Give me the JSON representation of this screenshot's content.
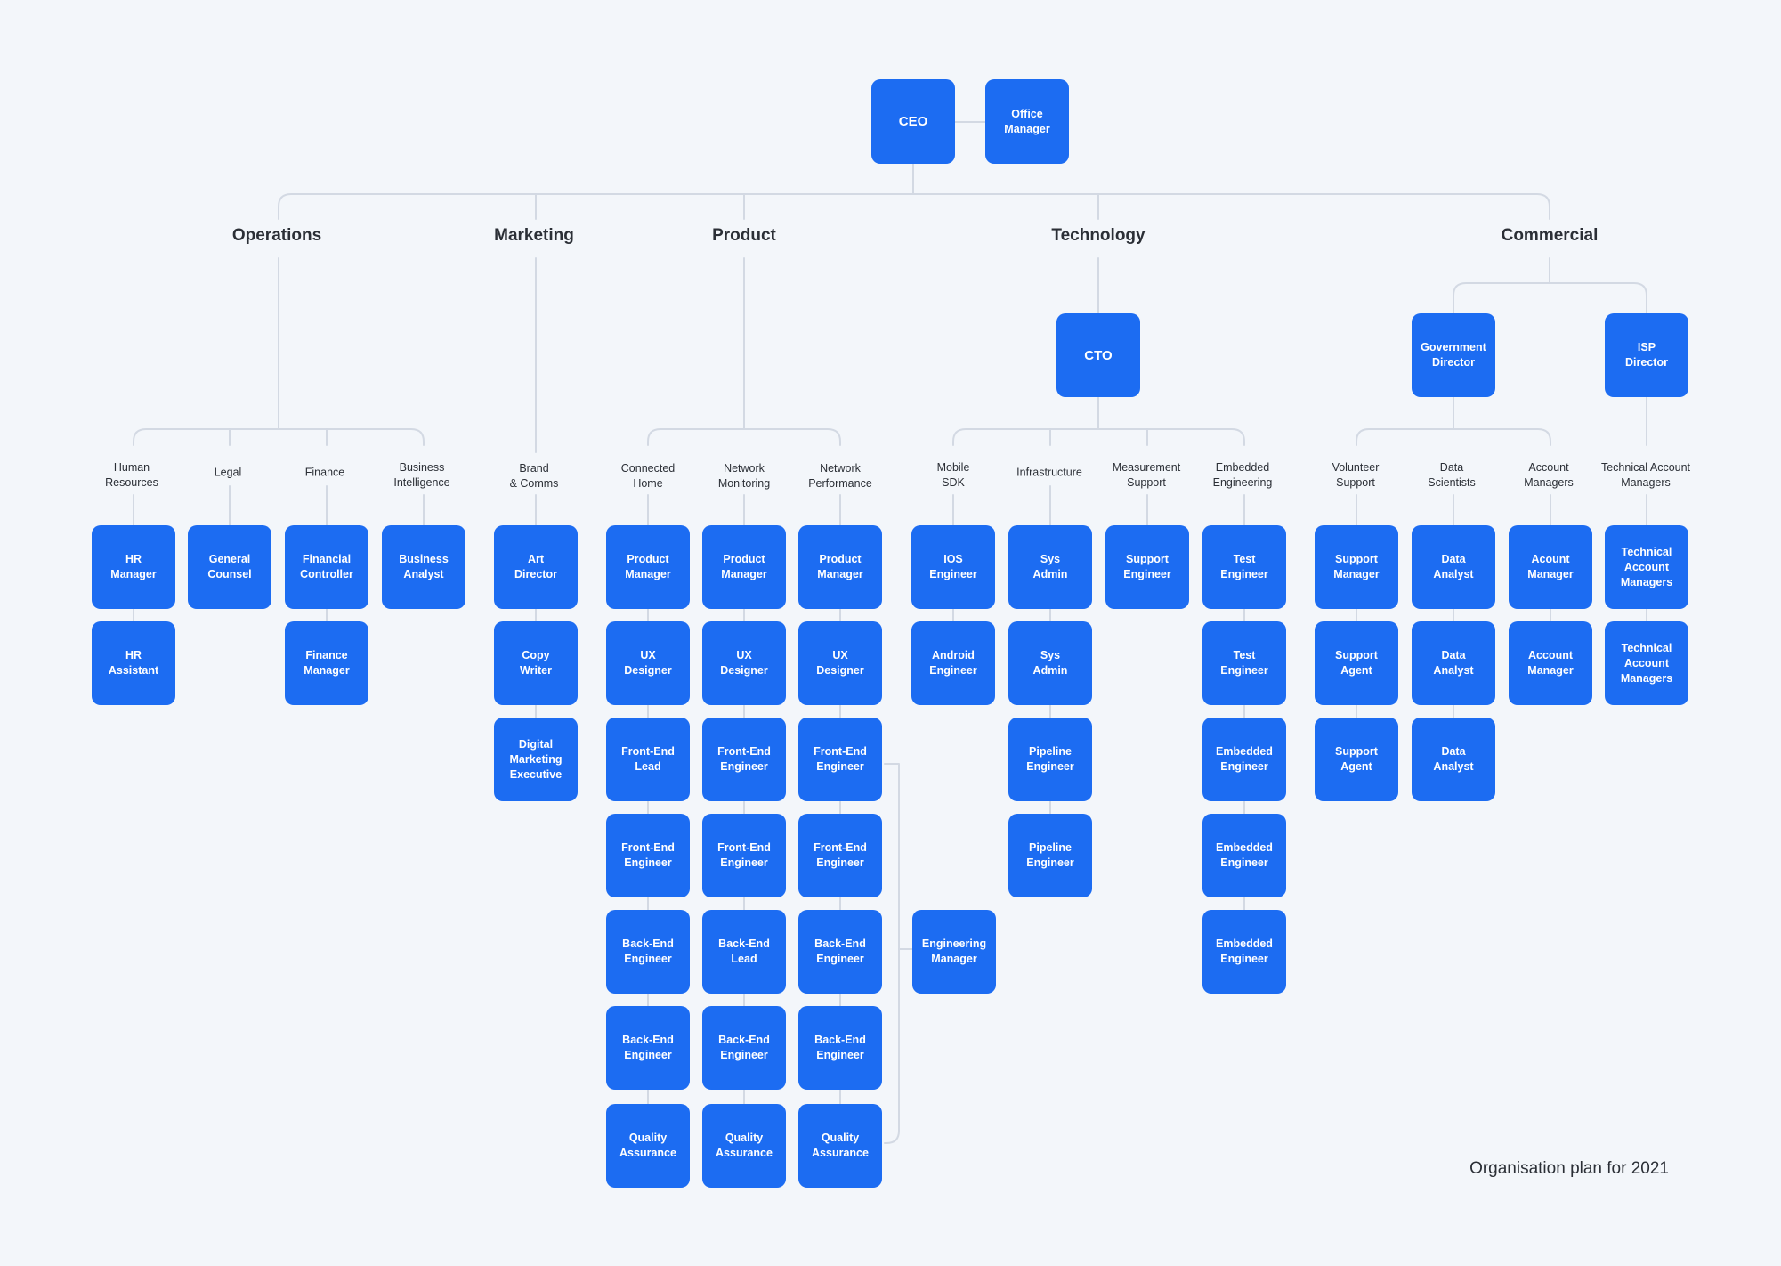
{
  "footer": "Organisation plan for 2021",
  "top": {
    "ceo": "CEO",
    "office_manager": "Office\nManager"
  },
  "departments": {
    "operations": "Operations",
    "marketing": "Marketing",
    "product": "Product",
    "technology": "Technology",
    "commercial": "Commercial"
  },
  "leads": {
    "cto": "CTO",
    "government_director": "Government\nDirector",
    "isp_director": "ISP\nDirector"
  },
  "teams": {
    "human_resources": "Human\nResources",
    "legal": "Legal",
    "finance": "Finance",
    "business_intelligence": "Business\nIntelligence",
    "brand_comms": "Brand\n& Comms",
    "connected_home": "Connected\nHome",
    "network_monitoring": "Network\nMonitoring",
    "network_performance": "Network\nPerformance",
    "mobile_sdk": "Mobile\nSDK",
    "infrastructure": "Infrastructure",
    "measurement_support": "Measurement\nSupport",
    "embedded_engineering": "Embedded\nEngineering",
    "volunteer_support": "Volunteer\nSupport",
    "data_scientists": "Data\nScientists",
    "account_managers": "Account\nManagers",
    "technical_account_managers": "Technical Account\nManagers"
  },
  "roles": {
    "hr_manager": "HR\nManager",
    "hr_assistant": "HR\nAssistant",
    "general_counsel": "General\nCounsel",
    "financial_controller": "Financial\nController",
    "finance_manager": "Finance\nManager",
    "business_analyst": "Business\nAnalyst",
    "art_director": "Art\nDirector",
    "copy_writer": "Copy\nWriter",
    "digital_marketing_executive": "Digital\nMarketing\nExecutive",
    "ch_product_manager": "Product\nManager",
    "ch_ux_designer": "UX\nDesigner",
    "ch_frontend_lead": "Front-End\nLead",
    "ch_frontend_engineer": "Front-End\nEngineer",
    "ch_backend_engineer_1": "Back-End\nEngineer",
    "ch_backend_engineer_2": "Back-End\nEngineer",
    "ch_quality_assurance": "Quality\nAssurance",
    "nm_product_manager": "Product\nManager",
    "nm_ux_designer": "UX\nDesigner",
    "nm_frontend_engineer_1": "Front-End\nEngineer",
    "nm_frontend_engineer_2": "Front-End\nEngineer",
    "nm_backend_lead": "Back-End\nLead",
    "nm_backend_engineer": "Back-End\nEngineer",
    "nm_quality_assurance": "Quality\nAssurance",
    "np_product_manager": "Product\nManager",
    "np_ux_designer": "UX\nDesigner",
    "np_frontend_engineer_1": "Front-End\nEngineer",
    "np_frontend_engineer_2": "Front-End\nEngineer",
    "np_backend_engineer_1": "Back-End\nEngineer",
    "np_backend_engineer_2": "Back-End\nEngineer",
    "np_quality_assurance": "Quality\nAssurance",
    "engineering_manager": "Engineering\nManager",
    "ios_engineer": "IOS\nEngineer",
    "android_engineer": "Android\nEngineer",
    "sys_admin_1": "Sys\nAdmin",
    "sys_admin_2": "Sys\nAdmin",
    "pipeline_engineer_1": "Pipeline\nEngineer",
    "pipeline_engineer_2": "Pipeline\nEngineer",
    "support_engineer": "Support\nEngineer",
    "test_engineer_1": "Test\nEngineer",
    "test_engineer_2": "Test\nEngineer",
    "embedded_engineer_1": "Embedded\nEngineer",
    "embedded_engineer_2": "Embedded\nEngineer",
    "embedded_engineer_3": "Embedded\nEngineer",
    "support_manager": "Support\nManager",
    "support_agent_1": "Support\nAgent",
    "support_agent_2": "Support\nAgent",
    "data_analyst_1": "Data\nAnalyst",
    "data_analyst_2": "Data\nAnalyst",
    "data_analyst_3": "Data\nAnalyst",
    "account_manager_1": "Acount\nManager",
    "account_manager_2": "Account\nManager",
    "technical_account_managers_1": "Technical\nAccount\nManagers",
    "technical_account_managers_2": "Technical\nAccount\nManagers"
  },
  "colors": {
    "box": "#1c6cf2",
    "line": "#d3d9e3",
    "background": "#f3f6fa",
    "text": "#2b2f36"
  }
}
